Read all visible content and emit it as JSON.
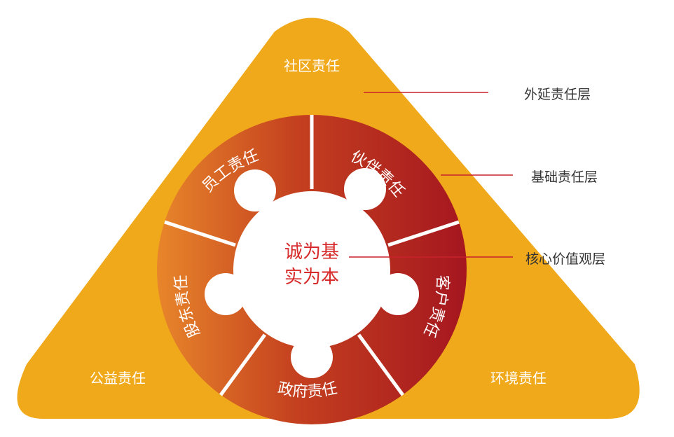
{
  "colors": {
    "triangle": "#f0a91b",
    "ring_light": "#e8862b",
    "ring_dark": "#a5161f",
    "leader_line": "#c8222c",
    "core_text": "#d72a2a"
  },
  "triangle_corners": {
    "top": "社区责任",
    "bottom_left": "公益责任",
    "bottom_right": "环境责任"
  },
  "ring_segments": [
    "伙伴责任",
    "客户责任",
    "政府责任",
    "股东责任",
    "员工责任"
  ],
  "core": {
    "line1": "诚为基",
    "line2": "实为本"
  },
  "layers": {
    "outer": "外延责任层",
    "middle": "基础责任层",
    "inner": "核心价值观层"
  }
}
